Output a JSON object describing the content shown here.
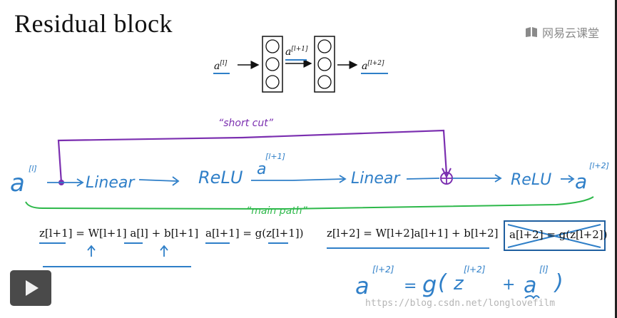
{
  "slide": {
    "title": "Residual block",
    "brand_text": "网易云课堂",
    "brand_icon": "book-icon",
    "watermark": "https://blog.csdn.net/longlovefilm"
  },
  "network_diagram": {
    "input_label": "a^[l]",
    "middle_label": "a^[l+1]",
    "output_label": "a^[l+2]"
  },
  "handwriting": {
    "shortcut_label": "“short cut”",
    "main_path_label": "“main path”",
    "input": "a",
    "input_sup": "[l]",
    "step_linear_1": "Linear",
    "step_relu_1": "ReLU",
    "activation_mid": "a",
    "activation_mid_sup": "[l+1]",
    "step_linear_2": "Linear",
    "step_relu_2": "ReLU",
    "output": "a",
    "output_sup": "[l+2]",
    "final_formula": "a^[l+2] = g( z^[l+2] + a^[l] )"
  },
  "equations": {
    "eq1": "z[l+1] = W[l+1] a[l] + b[l+1]",
    "eq2": "a[l+1] = g(z[l+1])",
    "eq3": "z[l+2] = W[l+2]a[l+1] + b[l+2]",
    "eq4": "a[l+2] = g(z[l+2])"
  },
  "player": {
    "play_icon": "play-icon"
  },
  "colors": {
    "purple": "#7b2fb0",
    "blue": "#2f7fc8",
    "green": "#2db84a",
    "play_bg": "#4a4a4a"
  }
}
